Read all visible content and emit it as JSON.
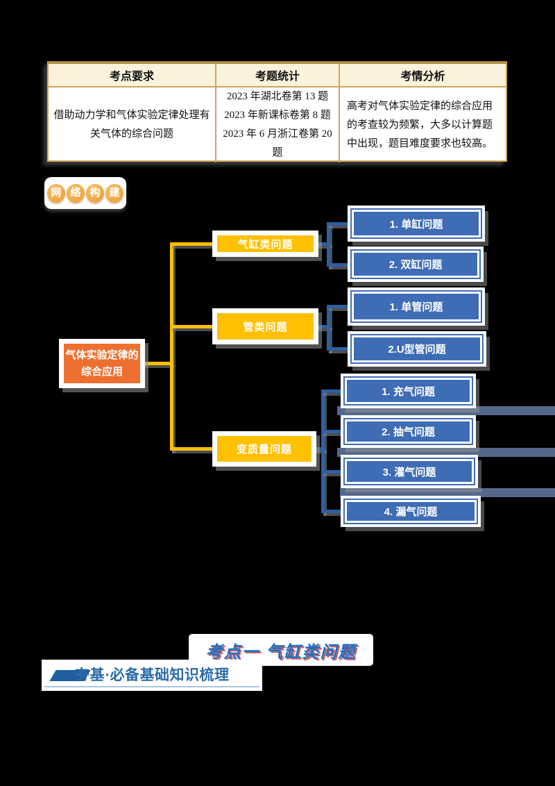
{
  "table": {
    "headers": [
      "考点要求",
      "考题统计",
      "考情分析"
    ],
    "row": {
      "requirement": "借助动力学和气体实验定律处理有\n关气体的综合问题",
      "statistics": "2023 年湖北卷第 13 题\n2023 年新课标卷第 8 题\n2023 年 6 月浙江卷第 20 题",
      "analysis": "高考对气体实验定律的综合应用的考查较为频繁，大多以计算题中出现，题目难度要求也较高。"
    }
  },
  "badge": {
    "characters": [
      "网",
      "络",
      "构",
      "建"
    ]
  },
  "mindmap": {
    "root": "气体实验定律的\n综合应用",
    "branches": [
      {
        "label": "气缸类问题",
        "children": [
          "1. 单缸问题",
          "2. 双缸问题"
        ]
      },
      {
        "label": "管类问题",
        "children": [
          "1. 单管问题",
          "2.U型管问题"
        ]
      },
      {
        "label": "变质量问题",
        "children": [
          "1. 充气问题",
          "2. 抽气问题",
          "3. 灌气问题",
          "4. 漏气问题"
        ]
      }
    ]
  },
  "sections": {
    "topic_title": "考点一 气缸类问题",
    "foundation_header": "夯基·必备基础知识梳理"
  },
  "colors": {
    "root_fill": "#ED7031",
    "branch_fill": "#FFC000",
    "child_fill": "#3E6CB5",
    "connector_yellow": "#FFC000",
    "connector_blue": "#2E5FA3",
    "side_bar": "#55688C",
    "table_border": "#CFA55C",
    "table_header_bg": "#FBF2DC",
    "title_blue": "#1B72C8",
    "title_red_shadow": "#C00000",
    "section_header_blue": "#2B6CA8"
  }
}
